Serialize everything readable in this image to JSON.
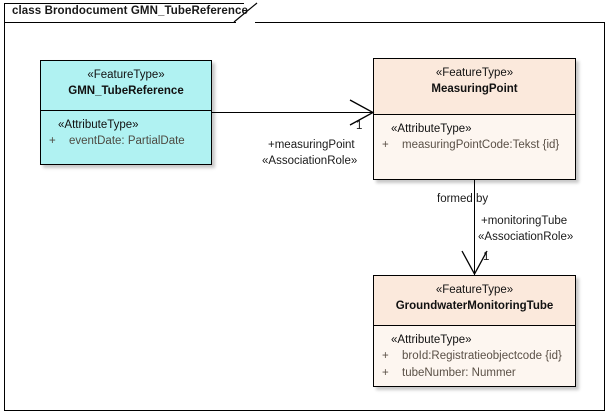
{
  "diagram": {
    "title": "class Brondocument GMN_TubeReference",
    "colors": {
      "feature_type_cyan": "#b0f2f2",
      "feature_type_peach": "#fbe9dc",
      "compartment_peach": "#fdf6f0",
      "border": "#000000",
      "attribute_text": "#5a5046",
      "label_text": "#1a1a1a"
    }
  },
  "classes": {
    "gmn_tube_reference": {
      "stereotype": "«FeatureType»",
      "name": "GMN_TubeReference",
      "attribute_stereotype": "«AttributeType»",
      "attributes": [
        {
          "visibility": "+",
          "text": "eventDate: PartialDate"
        }
      ]
    },
    "measuring_point": {
      "stereotype": "«FeatureType»",
      "name": "MeasuringPoint",
      "attribute_stereotype": "«AttributeType»",
      "attributes": [
        {
          "visibility": "+",
          "text": "measuringPointCode:Tekst {id}"
        }
      ]
    },
    "groundwater_monitoring_tube": {
      "stereotype": "«FeatureType»",
      "name": "GroundwaterMonitoringTube",
      "attribute_stereotype": "«AttributeType»",
      "attributes": [
        {
          "visibility": "+",
          "text": "broId:Registratieobjectcode {id}"
        },
        {
          "visibility": "+",
          "text": "tubeNumber: Nummer"
        }
      ]
    }
  },
  "associations": {
    "tube_reference_to_measuring_point": {
      "target_multiplicity": "1",
      "role_name": "+measuringPoint",
      "role_stereotype": "«AssociationRole»"
    },
    "measuring_point_to_monitoring_tube": {
      "name": "formed by",
      "role_name": "+monitoringTube",
      "role_stereotype": "«AssociationRole»",
      "target_multiplicity": "1"
    }
  }
}
